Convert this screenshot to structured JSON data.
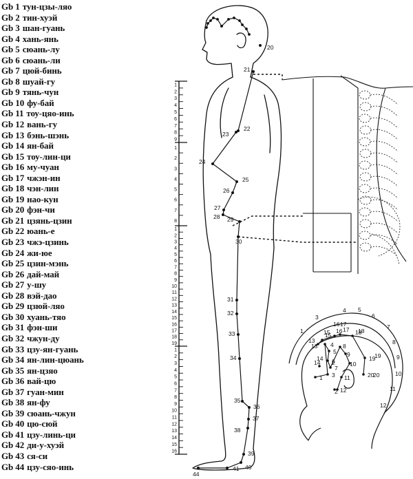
{
  "points": [
    {
      "code": "Gb 1",
      "name": "тун-цзы-ляо"
    },
    {
      "code": "Gb 2",
      "name": "тин-хуэй"
    },
    {
      "code": "Gb 3",
      "name": "шан-гуань"
    },
    {
      "code": "Gb 4",
      "name": "хань-янь"
    },
    {
      "code": "Gb 5",
      "name": "сюань-лу"
    },
    {
      "code": "Gb 6",
      "name": "сюань-ли"
    },
    {
      "code": "Gb 7",
      "name": "цюй-бинь"
    },
    {
      "code": "Gb 8",
      "name": "шуай-гу"
    },
    {
      "code": "Gb 9",
      "name": "тянь-чун"
    },
    {
      "code": "Gb 10",
      "name": "фу-бай"
    },
    {
      "code": "Gb 11",
      "name": "тоу-цяо-инь"
    },
    {
      "code": "Gb 12",
      "name": "вань-гу"
    },
    {
      "code": "Gb 13",
      "name": "бэнь-шэнь"
    },
    {
      "code": "Gb 14",
      "name": "ян-бай"
    },
    {
      "code": "Gb 15",
      "name": "тоу-лин-ци"
    },
    {
      "code": "Gb 16",
      "name": "му-чуан"
    },
    {
      "code": "Gb 17",
      "name": "чжэн-ин"
    },
    {
      "code": "Gb 18",
      "name": "чэн-лин"
    },
    {
      "code": "Gb 19",
      "name": "нао-кун"
    },
    {
      "code": "Gb 20",
      "name": "фэн-чи"
    },
    {
      "code": "Gb 21",
      "name": "цзянь-цзин"
    },
    {
      "code": "Gb 22",
      "name": "юань-е"
    },
    {
      "code": "Gb 23",
      "name": "чжэ-цзинь"
    },
    {
      "code": "Gb 24",
      "name": "жи-юе"
    },
    {
      "code": "Gb 25",
      "name": "цзин-мэнь"
    },
    {
      "code": "Gb 26",
      "name": "дай-май"
    },
    {
      "code": "Gb 27",
      "name": "у-шу"
    },
    {
      "code": "Gb 28",
      "name": "вэй-дао"
    },
    {
      "code": "Gb 29",
      "name": "цзюй-ляо"
    },
    {
      "code": "Gb 30",
      "name": "хуань-тяо"
    },
    {
      "code": "Gb 31",
      "name": "фэн-ши"
    },
    {
      "code": "Gb 32",
      "name": "чжун-ду"
    },
    {
      "code": "Gb 33",
      "name": "цзу-ян-гуань"
    },
    {
      "code": "Gb 34",
      "name": "ян-лин-цюань"
    },
    {
      "code": "Gb 35",
      "name": "ян-цзяо"
    },
    {
      "code": "Gb 36",
      "name": "вай-цю"
    },
    {
      "code": "Gb 37",
      "name": "гуан-мин"
    },
    {
      "code": "Gb 38",
      "name": "ян-фу"
    },
    {
      "code": "Gb 39",
      "name": "сюань-чжун"
    },
    {
      "code": "Gb 40",
      "name": "цю-сюй"
    },
    {
      "code": "Gb 41",
      "name": "цзу-линь-ци"
    },
    {
      "code": "Gb 42",
      "name": "ди-у-хуэй"
    },
    {
      "code": "Gb 43",
      "name": "ся-си"
    },
    {
      "code": "Gb 44",
      "name": "цзу-сяо-инь"
    }
  ],
  "ruler_segments": [
    {
      "ticks": [
        "1",
        "2",
        "3",
        "4",
        "5",
        "6",
        "7",
        "8",
        "9"
      ]
    },
    {
      "ticks": [
        "1",
        "2",
        "3",
        "4",
        "5",
        "6",
        "7",
        "8"
      ]
    },
    {
      "ticks": [
        "1",
        "2",
        "3",
        "4",
        "5",
        "6",
        "7",
        "8",
        "9",
        "10",
        "11",
        "12",
        "13",
        "14",
        "15",
        "16",
        "17",
        "18",
        "19"
      ]
    },
    {
      "ticks": [
        "1",
        "2",
        "3",
        "4",
        "5",
        "6",
        "7",
        "8",
        "9",
        "10",
        "11",
        "12",
        "13",
        "14",
        "15",
        "16"
      ]
    }
  ],
  "body_point_labels": [
    {
      "n": "20"
    },
    {
      "n": "21"
    },
    {
      "n": "22"
    },
    {
      "n": "23"
    },
    {
      "n": "24"
    },
    {
      "n": "25"
    },
    {
      "n": "26"
    },
    {
      "n": "27"
    },
    {
      "n": "28"
    },
    {
      "n": "29"
    },
    {
      "n": "30"
    },
    {
      "n": "31"
    },
    {
      "n": "32"
    },
    {
      "n": "33"
    },
    {
      "n": "34"
    },
    {
      "n": "35"
    },
    {
      "n": "36"
    },
    {
      "n": "37"
    },
    {
      "n": "38"
    },
    {
      "n": "39"
    },
    {
      "n": "40"
    },
    {
      "n": "41"
    },
    {
      "n": "44"
    }
  ],
  "head_point_labels": [
    {
      "n": "1"
    },
    {
      "n": "2"
    },
    {
      "n": "3"
    },
    {
      "n": "4"
    },
    {
      "n": "5"
    },
    {
      "n": "6"
    },
    {
      "n": "7"
    },
    {
      "n": "8"
    },
    {
      "n": "9"
    },
    {
      "n": "10"
    },
    {
      "n": "11"
    },
    {
      "n": "12"
    },
    {
      "n": "13"
    },
    {
      "n": "14"
    },
    {
      "n": "15"
    },
    {
      "n": "16"
    },
    {
      "n": "17"
    },
    {
      "n": "18"
    },
    {
      "n": "19"
    },
    {
      "n": "20"
    }
  ],
  "head_inner_labels": [
    {
      "n": "1"
    },
    {
      "n": "2"
    },
    {
      "n": "3"
    },
    {
      "n": "4"
    },
    {
      "n": "5"
    },
    {
      "n": "6"
    },
    {
      "n": "7"
    },
    {
      "n": "8"
    },
    {
      "n": "9"
    },
    {
      "n": "10"
    },
    {
      "n": "11"
    },
    {
      "n": "12"
    },
    {
      "n": "13"
    },
    {
      "n": "14"
    },
    {
      "n": "15"
    },
    {
      "n": "16"
    },
    {
      "n": "17"
    },
    {
      "n": "18"
    },
    {
      "n": "19"
    },
    {
      "n": "20"
    }
  ]
}
